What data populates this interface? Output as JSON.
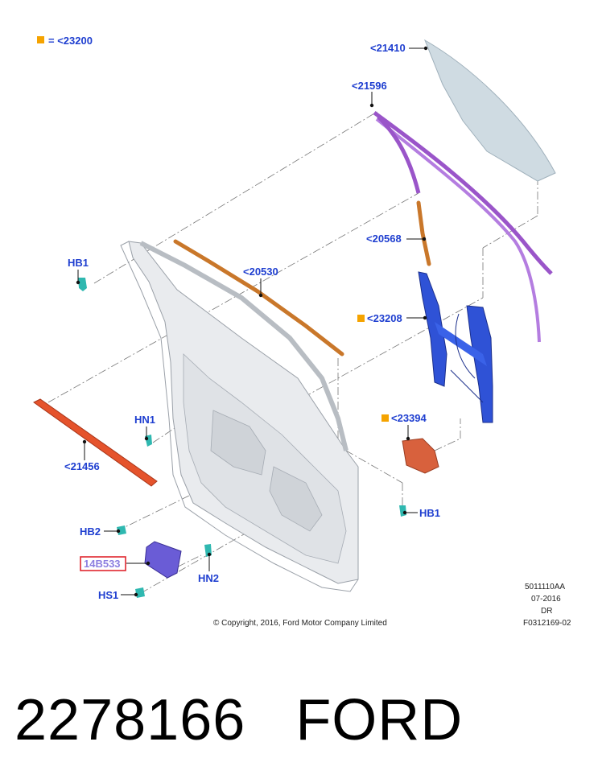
{
  "legend": {
    "text": "= <23200",
    "color": "#f5a300"
  },
  "callouts": {
    "c21410": "<21410",
    "c21596": "<21596",
    "c20568": "<20568",
    "c20530": "<20530",
    "c23208": "<23208",
    "c23394": "<23394",
    "c21456": "<21456",
    "hb1_top": "HB1",
    "hn1": "HN1",
    "hb1_bottom": "HB1",
    "hb2": "HB2",
    "c14b533": "14B533",
    "hn2": "HN2",
    "hs1": "HS1"
  },
  "highlight_color": "#e0262e",
  "copyright": "© Copyright, 2016, Ford Motor Company Limited",
  "meta": {
    "code": "5011110AA",
    "date": "07-2016",
    "side": "DR",
    "ref": "F0312169-02"
  },
  "caption": {
    "part_number": "2278166",
    "brand": "FORD"
  },
  "part_colors": {
    "glass": "#cfdbe2",
    "run_channel": "#9a55c9",
    "trim_strip": "#c9772a",
    "regulator": "#2f52d6",
    "motor": "#d8613d",
    "belt_weather": "#e5532c",
    "module": "#6a5cd6",
    "fastener": "#2fb8b0",
    "door_panel": "#e9ebee"
  }
}
